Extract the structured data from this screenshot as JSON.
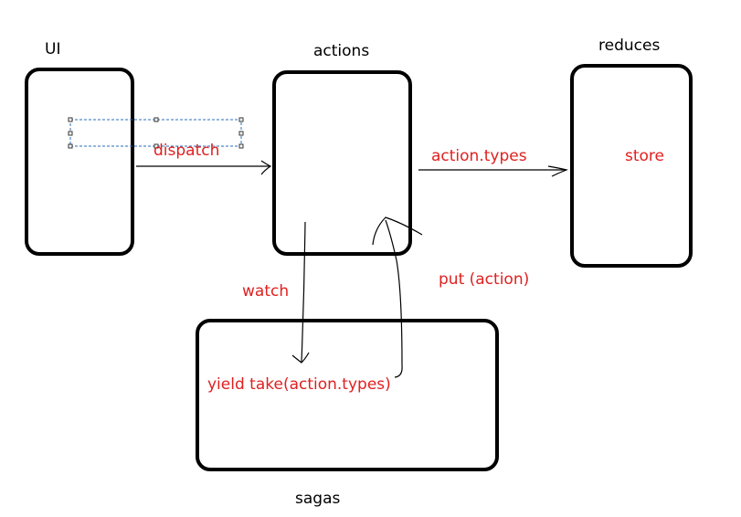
{
  "nodes": {
    "ui": {
      "title": "UI"
    },
    "actions": {
      "title": "actions"
    },
    "reducers": {
      "title": "reduces",
      "content": "store"
    },
    "sagas": {
      "title": "sagas",
      "content": "yield  take(action.types)"
    }
  },
  "edges": {
    "dispatch": "dispatch",
    "action_types": "action.types",
    "watch": "watch",
    "put": "put  (action)"
  },
  "colors": {
    "box_border": "#000000",
    "edge_label": "#e02020",
    "selection": "#2a6fb8"
  }
}
